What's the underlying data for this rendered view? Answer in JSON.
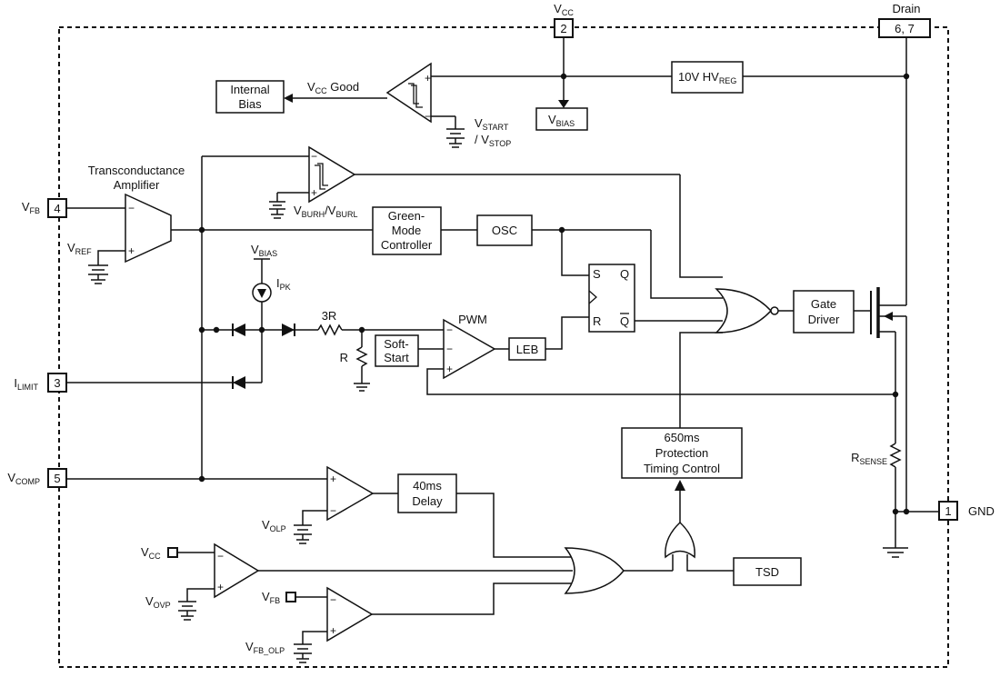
{
  "pins": {
    "vcc": {
      "number": "2",
      "name": "V",
      "sub": "CC"
    },
    "drain": {
      "number": "6, 7",
      "name": "Drain"
    },
    "fb": {
      "number": "4",
      "name": "V",
      "sub": "FB"
    },
    "ilimit": {
      "number": "3",
      "name": "I",
      "sub": "LIMIT"
    },
    "vcomp": {
      "number": "5",
      "name": "V",
      "sub": "COMP"
    },
    "gnd": {
      "number": "1",
      "name": "GND"
    }
  },
  "blocks": {
    "internal_bias": [
      "Internal",
      "Bias"
    ],
    "vcc_good": {
      "name": "V",
      "sub": "CC",
      "rest": " Good"
    },
    "hv_reg": {
      "name": "10V HV",
      "sub": "REG"
    },
    "vbias_box": {
      "name": "V",
      "sub": "BIAS"
    },
    "vstart": {
      "line1": "V",
      "line1_sub": "START",
      "line2": "/ V",
      "line2_sub": "STOP"
    },
    "transconductance": [
      "Transconductance",
      "Amplifier"
    ],
    "vburh": {
      "a": "V",
      "a_sub": "BURH",
      "b": "/V",
      "b_sub": "BURL"
    },
    "green_mode": [
      "Green-",
      "Mode",
      "Controller"
    ],
    "osc": "OSC",
    "flipflop": {
      "s": "S",
      "q": "Q",
      "r": "R",
      "qbar": "Q"
    },
    "gate_driver": [
      "Gate",
      "Driver"
    ],
    "vref": {
      "name": "V",
      "sub": "REF"
    },
    "vbias_src": {
      "name": "V",
      "sub": "BIAS"
    },
    "ipk": {
      "name": "I",
      "sub": "PK"
    },
    "res_3r": "3R",
    "res_r": "R",
    "pwm": "PWM",
    "soft_start": [
      "Soft-",
      "Start"
    ],
    "leb": "LEB",
    "protection": [
      "650ms",
      "Protection",
      "Timing Control"
    ],
    "rsense": {
      "name": "R",
      "sub": "SENSE"
    },
    "delay_40": [
      "40ms",
      "Delay"
    ],
    "volp": {
      "name": "V",
      "sub": "OLP"
    },
    "vcc_in": {
      "name": "V",
      "sub": "CC"
    },
    "vovp": {
      "name": "V",
      "sub": "OVP"
    },
    "vfb_in": {
      "name": "V",
      "sub": "FB"
    },
    "vfb_olp": {
      "name": "V",
      "sub": "FB_OLP"
    },
    "tsd": "TSD"
  },
  "signs": {
    "plus": "+",
    "minus": "−"
  }
}
